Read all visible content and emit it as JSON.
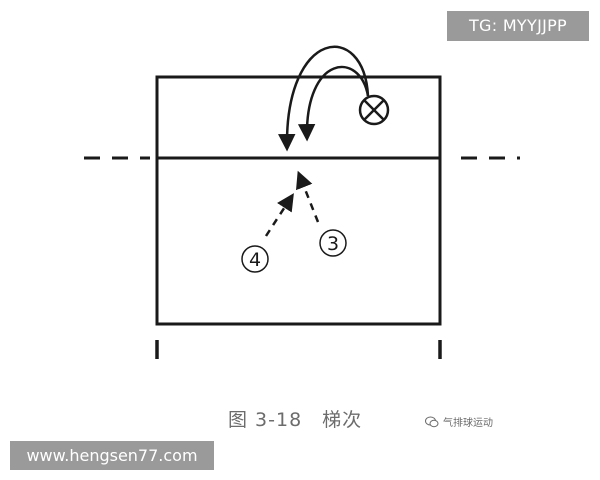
{
  "watermarks": {
    "top_right": "TG: MYYJJPP",
    "bottom_left": "www.hengsen77.com"
  },
  "player_labels": {
    "left": "4",
    "right": "3"
  },
  "caption": {
    "figure_number": "图 3-18",
    "title": "梯次"
  },
  "source": {
    "icon": "wechat-icon",
    "text": "气排球运动"
  },
  "colors": {
    "line": "#1a1a1a",
    "watermark_bg": "#9a9a9a",
    "caption": "#6c6c6c"
  }
}
